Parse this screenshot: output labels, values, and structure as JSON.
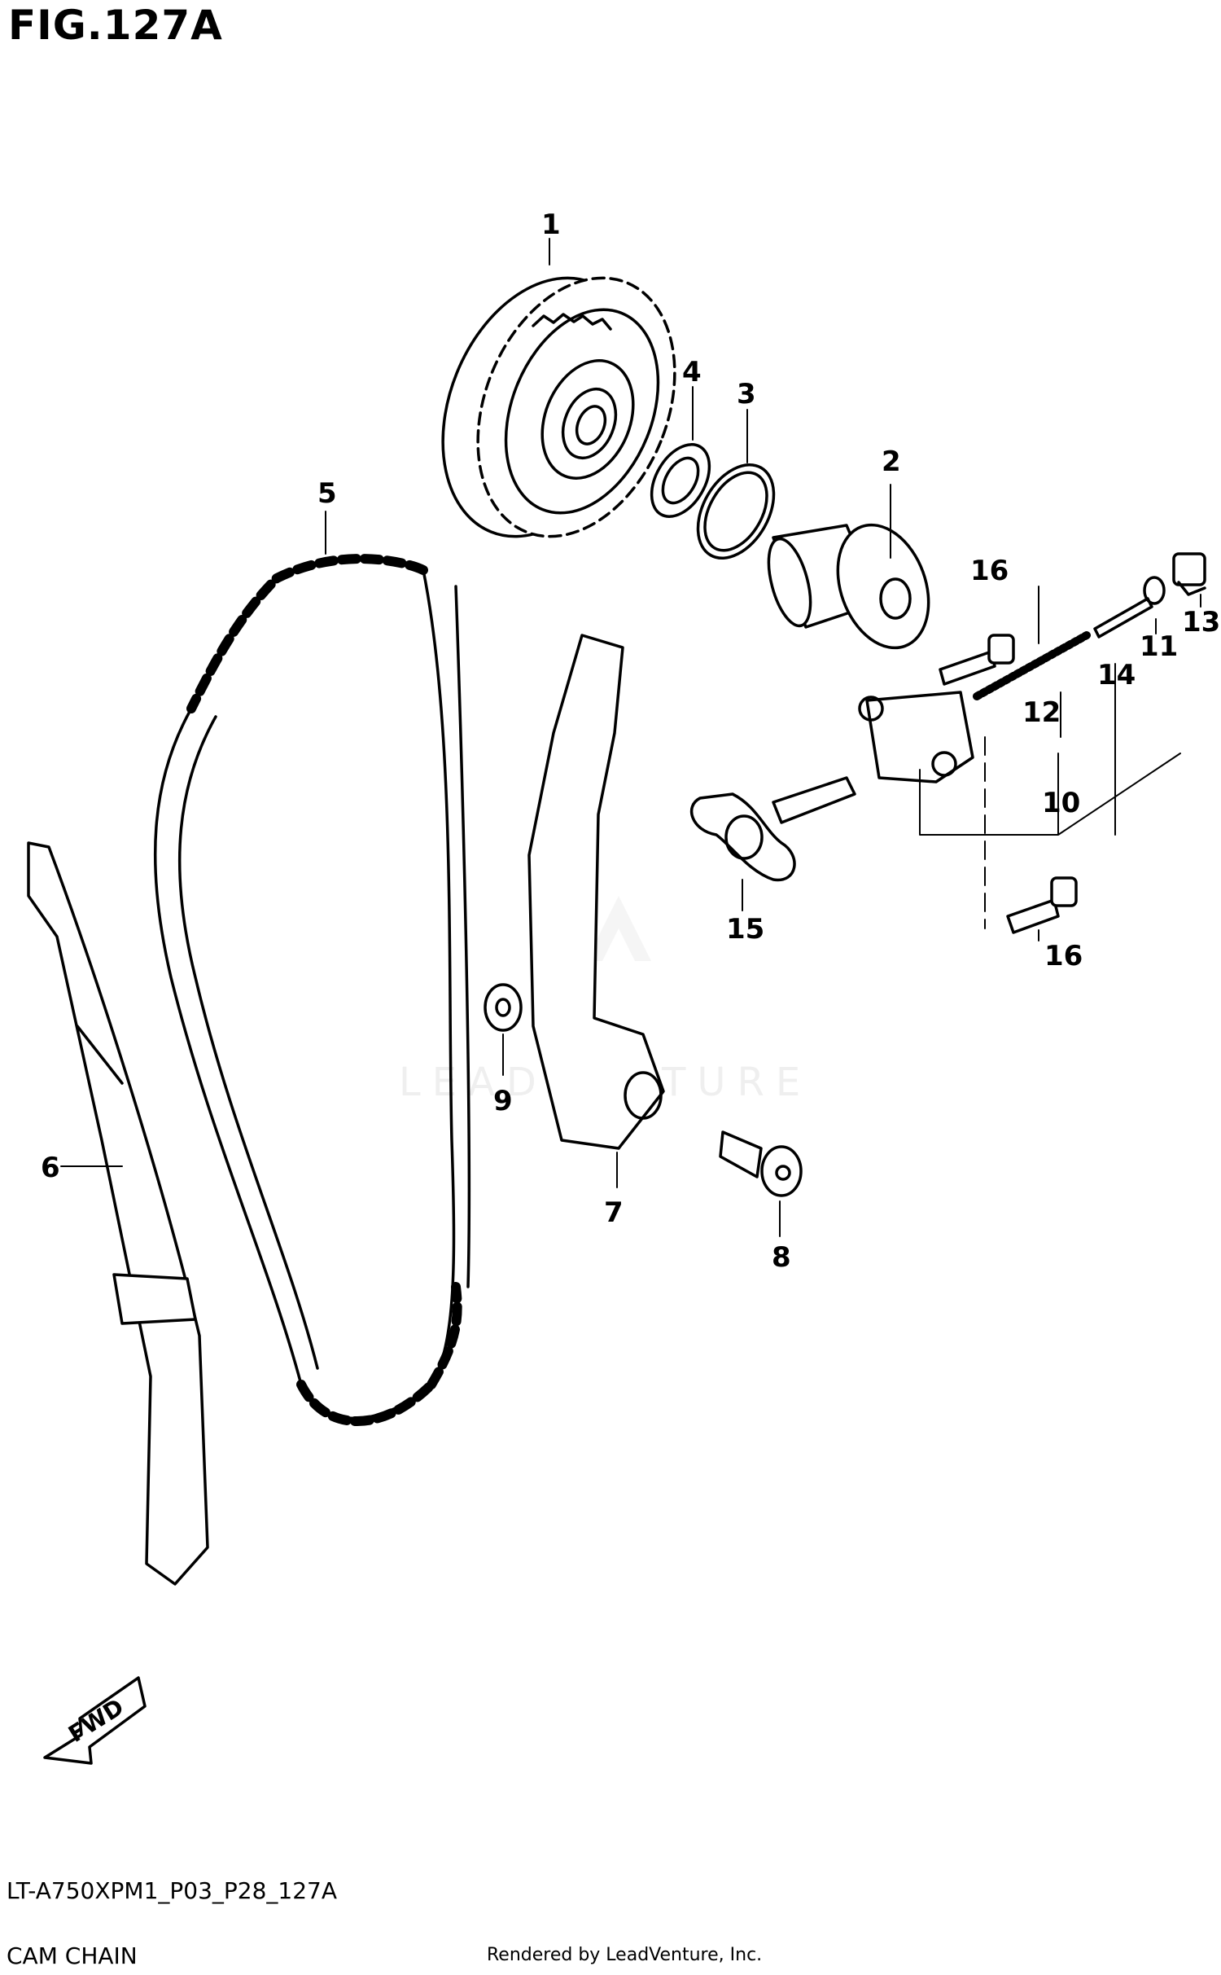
{
  "header": {
    "figure_title": "FIG.127A"
  },
  "footer": {
    "model_code": "LT-A750XPM1_P03_P28_127A",
    "diagram_name": "CAM CHAIN",
    "rendered_by": "Rendered by LeadVenture, Inc."
  },
  "watermark": {
    "text": "LEADVENTURE"
  },
  "direction_arrow": {
    "label": "FWD"
  },
  "callouts": {
    "p1": "1",
    "p2": "2",
    "p3": "3",
    "p4": "4",
    "p5": "5",
    "p6": "6",
    "p7": "7",
    "p8": "8",
    "p9": "9",
    "p10": "10",
    "p11": "11",
    "p12": "12",
    "p13": "13",
    "p14": "14",
    "p15": "15",
    "p16a": "16",
    "p16b": "16"
  }
}
